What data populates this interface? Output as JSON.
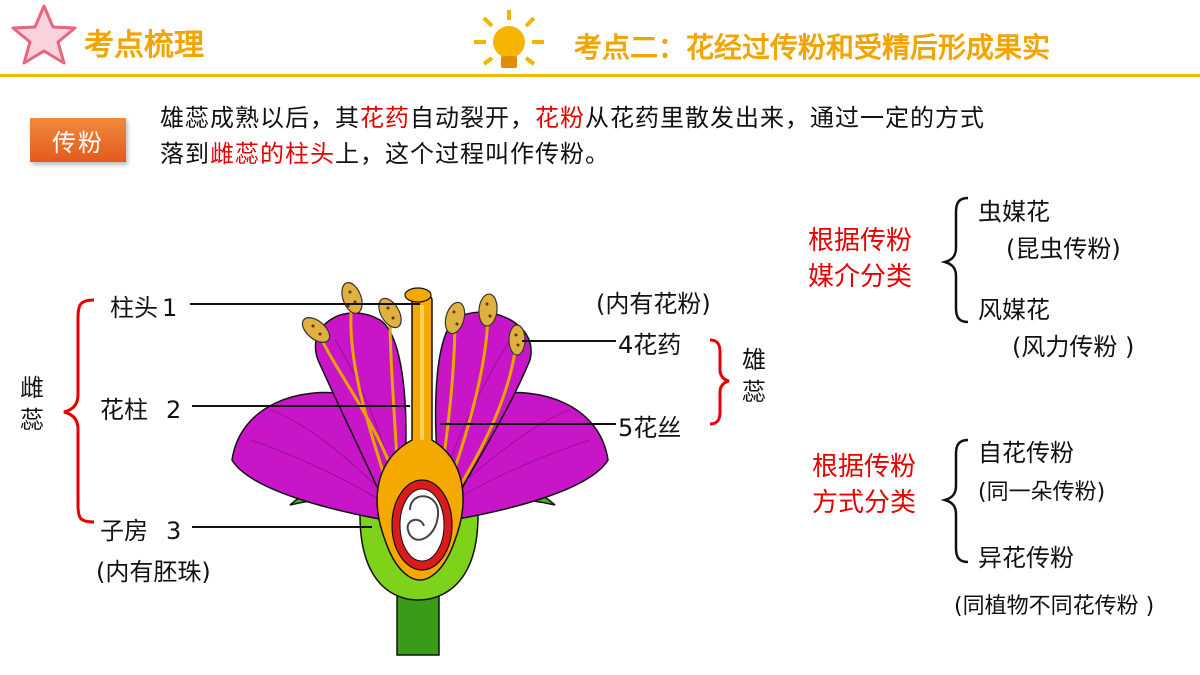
{
  "header": {
    "title": "考点梳理",
    "topic": "考点二：花经过传粉和受精后形成果实"
  },
  "section": {
    "tag": "传粉",
    "intro": {
      "t1": "雄蕊成熟以后，其",
      "r1": "花药",
      "t2": "自动裂开，",
      "r2": "花粉",
      "t3": "从花药里散发出来，通过一定的方式",
      "t4": "落到",
      "r3": "雌蕊的柱头",
      "t5": "上，这个过程叫作传粉。"
    }
  },
  "diagram": {
    "pistil_group": "雌蕊",
    "stamen_group": "雄蕊",
    "labels": {
      "stigma": "柱头",
      "stigma_num": "1",
      "style": "花柱",
      "style_num": "2",
      "ovary": "子房",
      "ovary_num": "3",
      "ovary_note": "(内有胚珠)",
      "pollen_note": "(内有花粉)",
      "anther": "4花药",
      "filament": "5花丝"
    }
  },
  "classification": {
    "by_medium": {
      "title_line1": "根据传粉",
      "title_line2": "媒介分类",
      "items": [
        {
          "name": "虫媒花",
          "note": "(昆虫传粉)"
        },
        {
          "name": "风媒花",
          "note": "(风力传粉 )"
        }
      ]
    },
    "by_method": {
      "title_line1": "根据传粉",
      "title_line2": "方式分类",
      "items": [
        {
          "name": "自花传粉",
          "note": "(同一朵传粉)"
        },
        {
          "name": "异花传粉",
          "note": "(同植物不同花传粉 )"
        }
      ]
    }
  },
  "colors": {
    "accent": "#f2a400",
    "red": "#e60000",
    "petal": "#c715c7",
    "style": "#f4a800",
    "stem": "#3a9a1a"
  }
}
